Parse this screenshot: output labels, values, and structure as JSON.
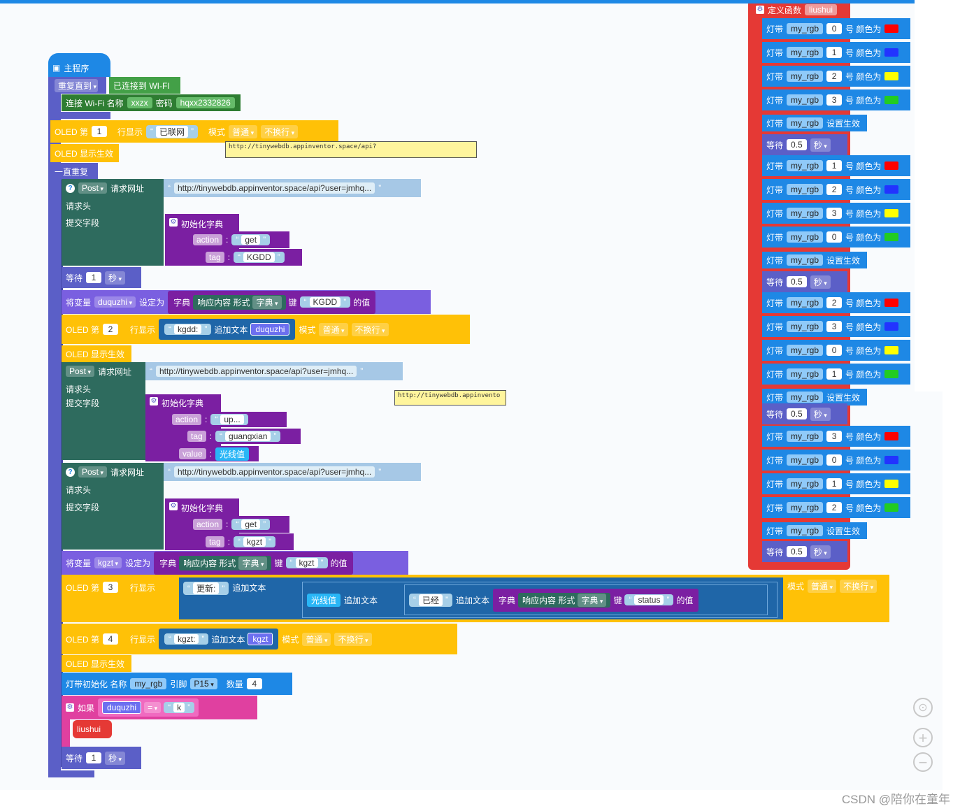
{
  "main_program": {
    "hat": "主程序",
    "repeat_until": "重复直到",
    "wifi_connected": "已连接到 WI-FI",
    "connect_wifi": "连接 Wi-Fi 名称",
    "ssid": "xxzx",
    "password_label": "密码",
    "password": "hqxx2332826",
    "oled1": {
      "prefix": "OLED 第",
      "line": "1",
      "row_label": "行显示",
      "text": "已联网",
      "mode_label": "模式",
      "mode": "普通",
      "wrap": "不换行"
    },
    "oled_apply": "OLED 显示生效",
    "forever": "一直重复",
    "comment1": "http://tinywebdb.appinventor.space/api?",
    "post1": {
      "method": "Post",
      "url_label": "请求网址",
      "url": "http://tinywebdb.appinventor.space/api?user=jmhq...",
      "headers": "请求头",
      "fields": "提交字段",
      "dict": "初始化字典",
      "k1": "action",
      "v1": "get",
      "k2": "tag",
      "v2": "KGDD"
    },
    "wait1": {
      "label": "等待",
      "val": "1",
      "unit": "秒"
    },
    "setvar1": {
      "label": "将变量",
      "var": "duquzhi",
      "set": "设定为",
      "dict": "字典",
      "resp": "响应内容 形式",
      "fmt": "字典",
      "key_label": "键",
      "key": "KGDD",
      "of": "的值"
    },
    "oled2": {
      "prefix": "OLED 第",
      "line": "2",
      "row_label": "行显示",
      "text": "kgdd:",
      "append": "追加文本",
      "var": "duquzhi",
      "mode_label": "模式",
      "mode": "普通",
      "wrap": "不换行"
    },
    "oled_apply2": "OLED 显示生效",
    "post2": {
      "method": "Post",
      "url_label": "请求网址",
      "url": "http://tinywebdb.appinventor.space/api?user=jmhq...",
      "headers": "请求头",
      "fields": "提交字段",
      "dict": "初始化字典",
      "k1": "action",
      "v1": "up...",
      "k2": "tag",
      "v2": "guangxian",
      "k3": "value",
      "v3": "光线值"
    },
    "comment2": "http://tinywebdb.appinvento",
    "post3": {
      "method": "Post",
      "url_label": "请求网址",
      "url": "http://tinywebdb.appinventor.space/api?user=jmhq...",
      "headers": "请求头",
      "fields": "提交字段",
      "dict": "初始化字典",
      "k1": "action",
      "v1": "get",
      "k2": "tag",
      "v2": "kgzt"
    },
    "setvar2": {
      "label": "将变量",
      "var": "kgzt",
      "set": "设定为",
      "dict": "字典",
      "resp": "响应内容 形式",
      "fmt": "字典",
      "key_label": "键",
      "key": "kgzt",
      "of": "的值"
    },
    "oled3": {
      "prefix": "OLED 第",
      "line": "3",
      "row_label": "行显示",
      "text": "更新:",
      "append": "追加文本",
      "light": "光线值",
      "append2": "追加文本",
      "text2": "已经",
      "append3": "追加文本",
      "dict": "字典",
      "resp": "响应内容 形式",
      "fmt": "字典",
      "key_label": "键",
      "key": "status",
      "of": "的值",
      "mode_label": "模式",
      "mode": "普通",
      "wrap": "不换行"
    },
    "oled4": {
      "prefix": "OLED 第",
      "line": "4",
      "row_label": "行显示",
      "text": "kgzt:",
      "append": "追加文本",
      "var": "kgzt",
      "mode_label": "模式",
      "mode": "普通",
      "wrap": "不换行"
    },
    "oled_apply3": "OLED 显示生效",
    "strip_init": {
      "label": "灯带初始化 名称",
      "name": "my_rgb",
      "pin_label": "引脚",
      "pin": "P15",
      "count_label": "数量",
      "count": "4"
    },
    "if_block": {
      "label": "如果",
      "var": "duquzhi",
      "op": "=",
      "val": "k"
    },
    "call": "liushui",
    "wait_end": {
      "label": "等待",
      "val": "1",
      "unit": "秒"
    }
  },
  "func": {
    "hat": "定义函数",
    "name": "liushui",
    "strip_label": "灯带",
    "strip": "my_rgb",
    "num_label": "号 颜色为",
    "apply": "设置生效",
    "wait_label": "等待",
    "wait_val": "0.5",
    "wait_unit": "秒",
    "colors": {
      "red": "#ff0000",
      "blue": "#2233ff",
      "yellow": "#ffff00",
      "green": "#22cc22"
    },
    "groups": [
      {
        "idx": [
          "0",
          "1",
          "2",
          "3"
        ]
      },
      {
        "idx": [
          "1",
          "2",
          "3",
          "0"
        ]
      },
      {
        "idx": [
          "2",
          "3",
          "0",
          "1"
        ]
      },
      {
        "idx": [
          "3",
          "0",
          "1",
          "2"
        ]
      }
    ]
  },
  "watermark": "CSDN @陪你在童年"
}
